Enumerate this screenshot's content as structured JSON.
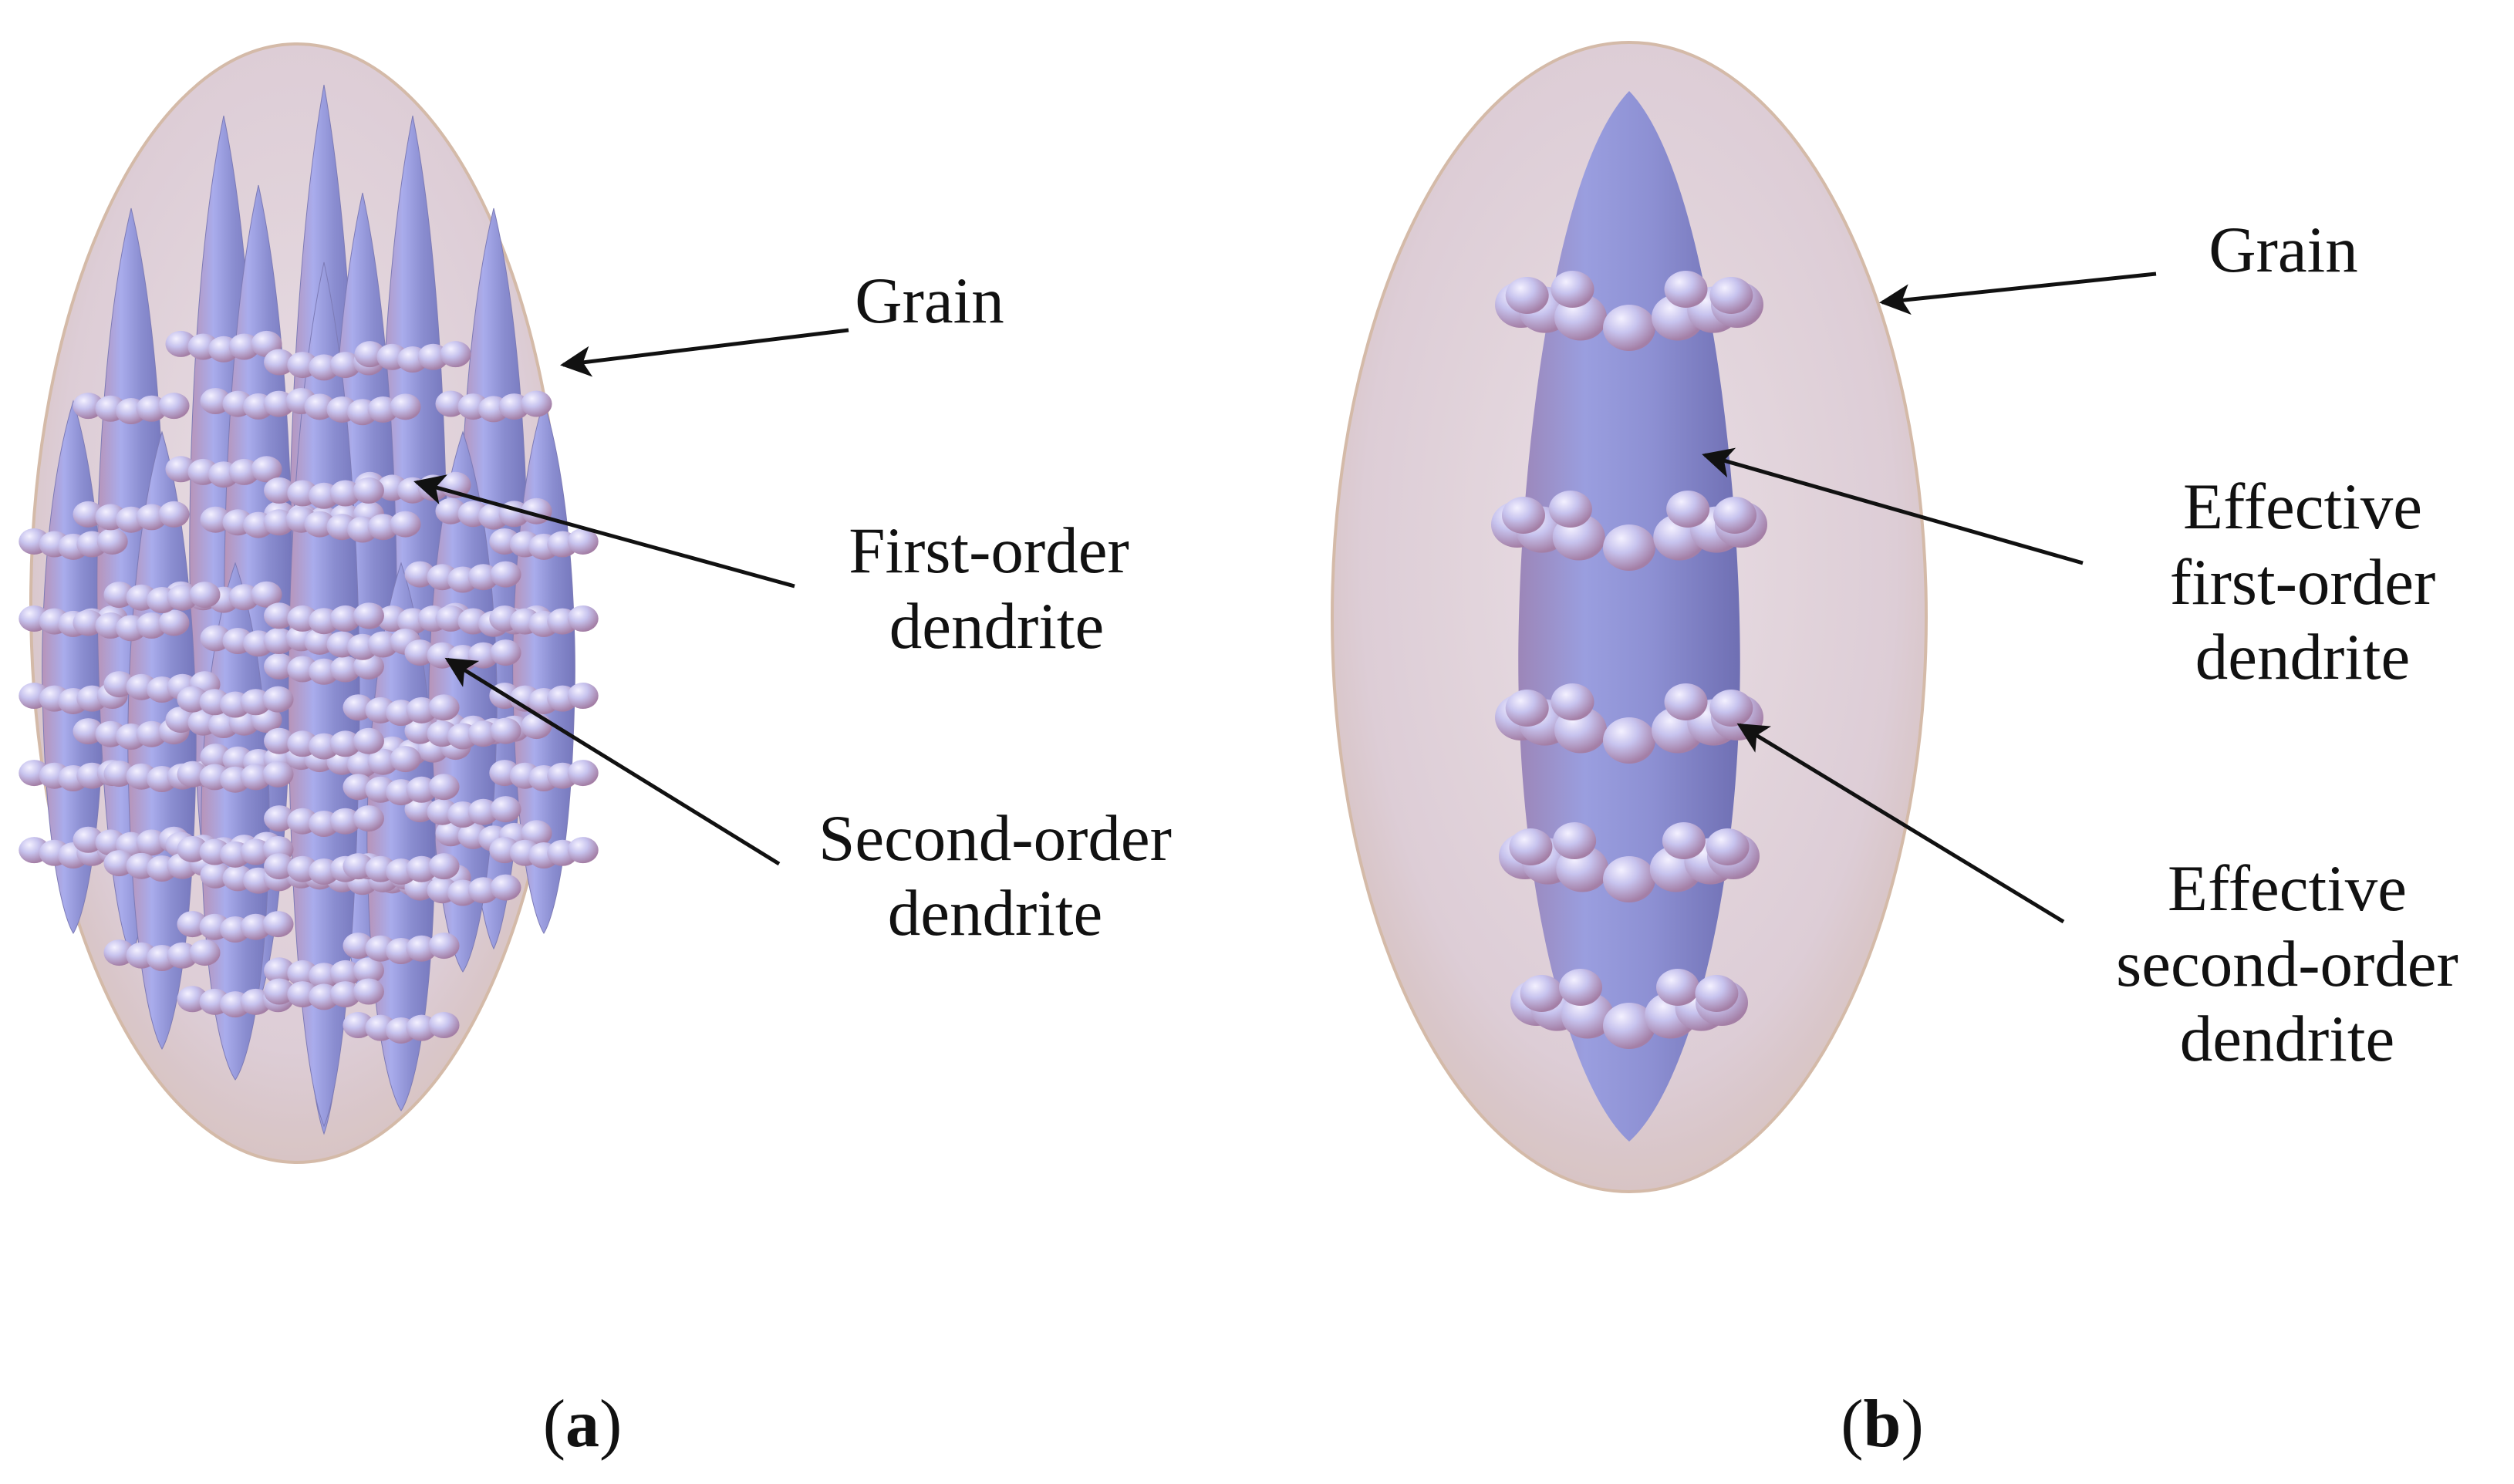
{
  "panel_a": {
    "labels": {
      "grain": "Grain",
      "first_order_line1": "First-order",
      "first_order_line2": "dendrite",
      "second_order_line1": "Second-order",
      "second_order_line2": "dendrite"
    },
    "caption": {
      "open": "(",
      "letter": "a",
      "close": ")"
    }
  },
  "panel_b": {
    "labels": {
      "grain": "Grain",
      "first_order_line1": "Effective",
      "first_order_line2": "first-order",
      "first_order_line3": "dendrite",
      "second_order_line1": "Effective",
      "second_order_line2": "second-order",
      "second_order_line3": "dendrite"
    },
    "caption": {
      "open": "(",
      "letter": "b",
      "close": ")"
    }
  },
  "colors": {
    "grain_fill": "#e3d4dc",
    "grain_edge": "#c9ad9c",
    "dendrite_light": "#c9cdf3",
    "dendrite_mid": "#8f93cf",
    "dendrite_dark": "#6d6eb0",
    "text": "#111111"
  }
}
